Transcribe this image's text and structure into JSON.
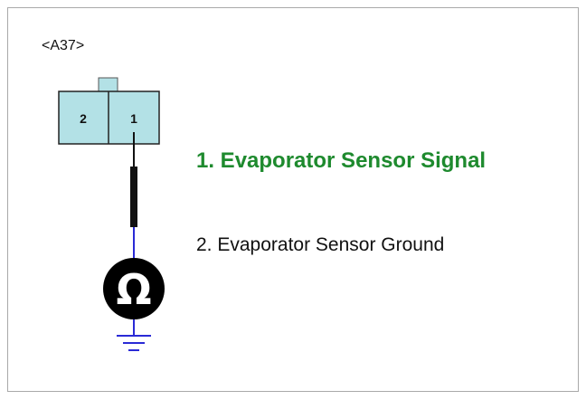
{
  "connector": {
    "id": "<A37>",
    "pins": [
      {
        "number": "2"
      },
      {
        "number": "1"
      }
    ]
  },
  "legend": {
    "signal": "1. Evaporator Sensor Signal",
    "ground": "2. Evaporator Sensor Ground"
  },
  "sensor": {
    "symbol": "Ω",
    "icon": "ohm-resistance-icon"
  },
  "colors": {
    "signal_text": "#1e8a2e",
    "connector_fill": "#b3e1e6",
    "connector_border": "#222222",
    "signal_wire": "#111111",
    "ground_wire": "#2a2ad6",
    "sensor_fill": "#000000"
  }
}
